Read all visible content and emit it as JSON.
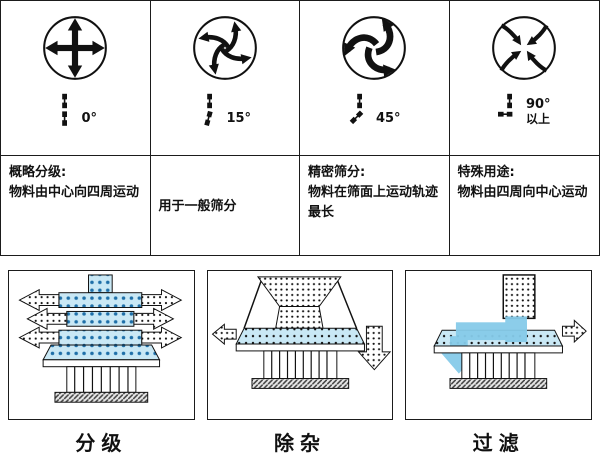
{
  "top_columns": [
    {
      "icon": "outward-cross-arrows-icon",
      "angle": "0°",
      "angle_extra": "",
      "title": "概略分级:",
      "desc": "物料由中心向四周运动"
    },
    {
      "icon": "pinwheel-arrows-15-icon",
      "angle": "15°",
      "angle_extra": "",
      "title": "",
      "desc": "用于一般筛分"
    },
    {
      "icon": "swirl-arrows-45-icon",
      "angle": "45°",
      "angle_extra": "",
      "title": "精密筛分:",
      "desc": "物料在筛面上运动轨迹最长"
    },
    {
      "icon": "inward-arrows-icon",
      "angle": "90°",
      "angle_extra": "以上",
      "title": "特殊用途:",
      "desc": "物料由四周向中心运动"
    }
  ],
  "bottom_panels": [
    {
      "label": "分级",
      "name": "multi-deck-grading"
    },
    {
      "label": "除杂",
      "name": "impurity-removal"
    },
    {
      "label": "过滤",
      "name": "filtration"
    }
  ],
  "colors": {
    "outline": "#1b1b1b",
    "material_blue": "#c9e8f5",
    "dot_blue": "#1e6fa8",
    "flow_arrow_blue": "#86cbe9"
  }
}
